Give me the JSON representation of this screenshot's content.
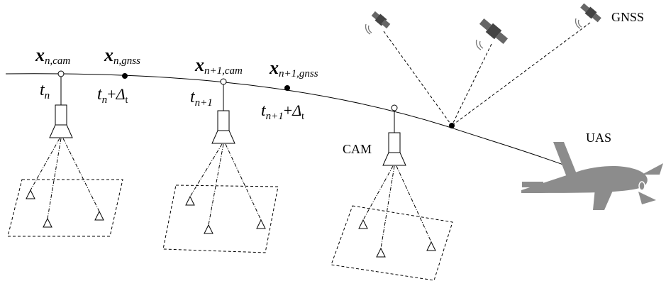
{
  "labels": {
    "gnss": "GNSS",
    "uas": "UAS",
    "cam": "CAM",
    "x_n_cam_main": "x",
    "x_n_cam_sub": "n,cam",
    "x_n_gnss_main": "x",
    "x_n_gnss_sub": "n,gnss",
    "x_n1_cam_main": "x",
    "x_n1_cam_sub": "n+1,cam",
    "x_n1_gnss_main": "x",
    "x_n1_gnss_sub": "n+1,gnss",
    "t_n_main": "t",
    "t_n_sub": "n",
    "t_n_delta_main": "t",
    "t_n_delta_sub": "n",
    "t_n_delta_plus": "+",
    "t_n_delta_d": "Δ",
    "t_n_delta_t": "t",
    "t_n1_main": "t",
    "t_n1_sub": "n+1",
    "t_n1_delta_main": "t",
    "t_n1_delta_sub": "n+1",
    "t_n1_delta_plus": "+",
    "t_n1_delta_d": "Δ",
    "t_n1_delta_t": "t"
  },
  "colors": {
    "line": "#000000",
    "aircraft": "#8c8c8c",
    "satellite": "#555555"
  }
}
